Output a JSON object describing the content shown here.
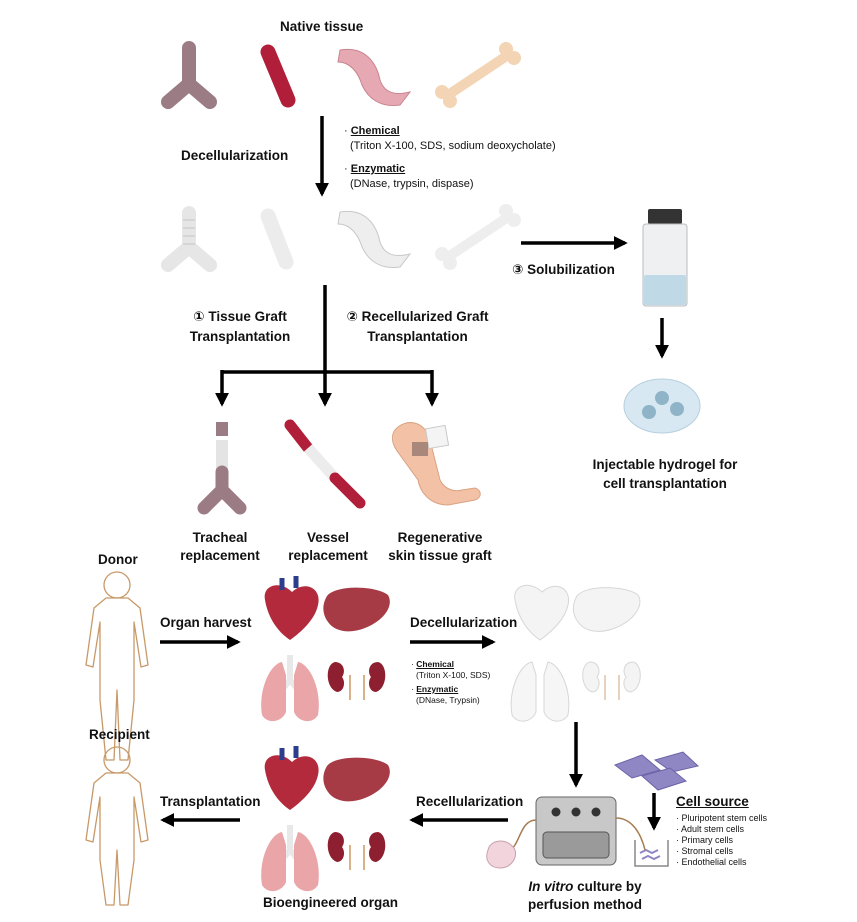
{
  "top": {
    "native_tissue": "Native tissue",
    "decellularization": "Decellularization",
    "chemical_label": "Chemical",
    "chemical_detail": "(Triton X-100, SDS, sodium deoxycholate)",
    "enzymatic_label": "Enzymatic",
    "enzymatic_detail": "(DNase, trypsin, dispase)",
    "solubilization": "③ Solubilization",
    "route1_line1": "① Tissue Graft",
    "route1_line2": "Transplantation",
    "route2_line1": "② Recellularized Graft",
    "route2_line2": "Transplantation",
    "hydrogel_line1": "Injectable hydrogel for",
    "hydrogel_line2": "cell transplantation",
    "tracheal_line1": "Tracheal",
    "tracheal_line2": "replacement",
    "vessel_line1": "Vessel",
    "vessel_line2": "replacement",
    "skin_line1": "Regenerative",
    "skin_line2": "skin tissue graft"
  },
  "bottom": {
    "donor": "Donor",
    "recipient": "Recipient",
    "organ_harvest": "Organ harvest",
    "decellularization": "Decellularization",
    "chemical_label": "Chemical",
    "chemical_detail": "(Triton X-100, SDS)",
    "enzymatic_label": "Enzymatic",
    "enzymatic_detail": "(DNase, Trypsin)",
    "recellularization": "Recellularization",
    "transplantation": "Transplantation",
    "bioengineered_organ": "Bioengineered organ",
    "invitro_italic": "In vitro",
    "invitro_rest": " culture by",
    "invitro_line2": "perfusion method",
    "cell_source_title": "Cell source",
    "cell_sources": [
      "Pluripotent stem cells",
      "Adult stem cells",
      "Primary cells",
      "Stromal cells",
      "Endothelial cells"
    ]
  },
  "colors": {
    "trachea": "#9b7c84",
    "vessel": "#b01e3a",
    "skin": "#e6a9b3",
    "bone": "#f3d4b5",
    "decell": "#e6e6e6",
    "heart": "#b32a3c",
    "liver": "#a63a45",
    "lung": "#e9a5a8",
    "kidney": "#8e1f30",
    "body_outline": "#c89968",
    "cell": "#8f86c4"
  }
}
